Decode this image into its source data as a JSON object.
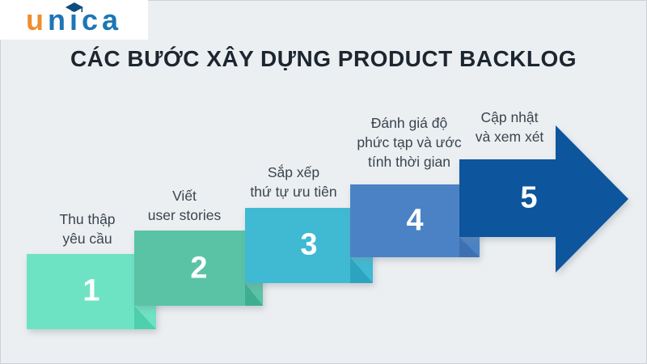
{
  "brand": {
    "u": "u",
    "n": "n",
    "i": "i",
    "ca": "ca"
  },
  "title": "CÁC BƯỚC XÂY DỰNG PRODUCT BACKLOG",
  "colors": {
    "background": "#eceff1",
    "title_text": "#1c2630",
    "label_text": "#3a4450",
    "number_text": "#ffffff",
    "logo_orange": "#ef8e2f",
    "logo_blue": "#1d76b5",
    "cap_icon": "#0e4c7d"
  },
  "steps": [
    {
      "number": "1",
      "label_lines": [
        "Thu thập",
        "yêu cầu"
      ],
      "color": "#6ee3c4",
      "fold_color": "#4fd0ad"
    },
    {
      "number": "2",
      "label_lines": [
        "Viết",
        "user stories"
      ],
      "color": "#5ac3a6",
      "fold_color": "#3fae90"
    },
    {
      "number": "3",
      "label_lines": [
        "Sắp xếp",
        "thứ tự ưu tiên"
      ],
      "color": "#41b9d2",
      "fold_color": "#2da4bf"
    },
    {
      "number": "4",
      "label_lines": [
        "Đánh giá độ",
        "phức tạp và ước",
        "tính thời gian"
      ],
      "color": "#4c82c5",
      "fold_color": "#3c70b2"
    },
    {
      "number": "5",
      "label_lines": [
        "Cập nhật",
        "và xem xét"
      ],
      "color": "#0f549c"
    }
  ]
}
